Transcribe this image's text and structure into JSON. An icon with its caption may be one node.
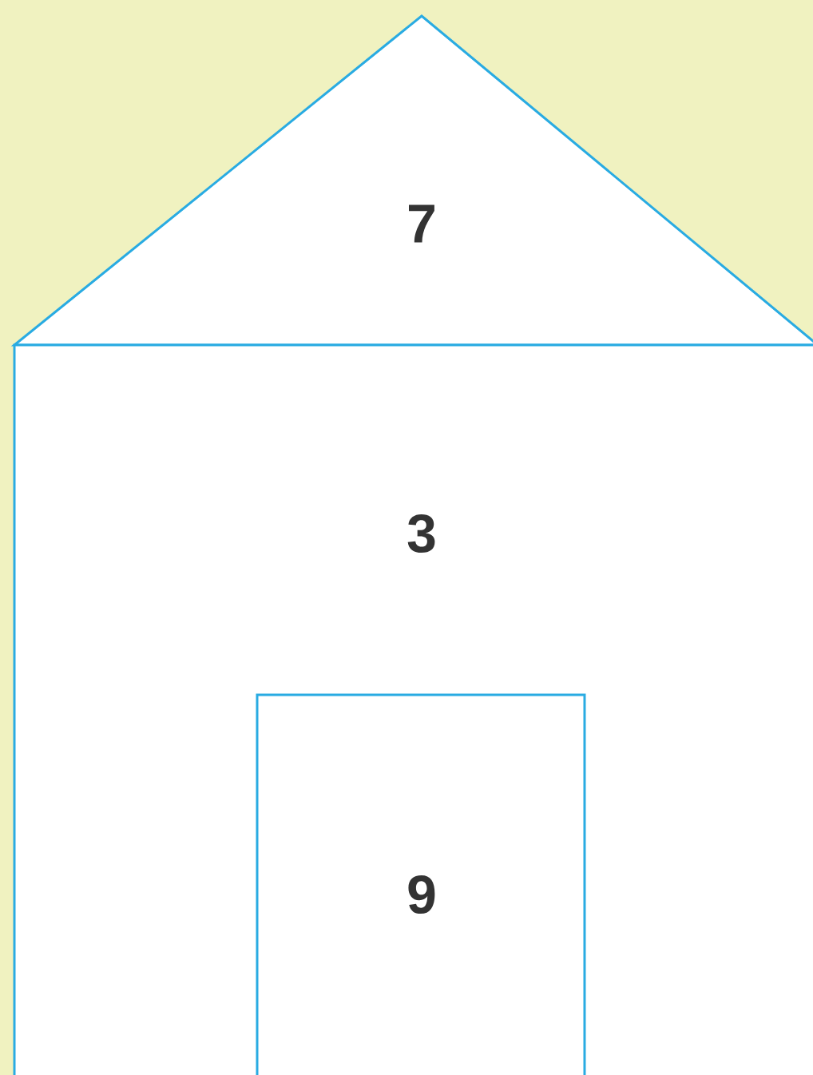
{
  "diagram": {
    "nodes": [
      {
        "text": [
          "7"
        ]
      },
      {
        "text": [
          "3"
        ]
      },
      {
        "text": [
          "9"
        ],
        "in": 1
      }
    ]
  }
}
